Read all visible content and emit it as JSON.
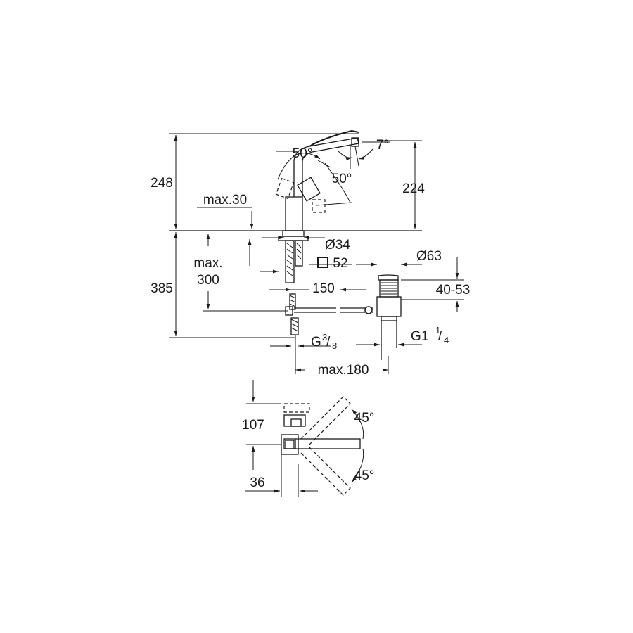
{
  "dimensions": {
    "total_height": "248",
    "spout_height": "224",
    "max_deck": "max.30",
    "max_below_1": "max.",
    "max_below_2": "300",
    "depth_below": "385",
    "hole_diameter": "Ø34",
    "base_square": "52",
    "spout_reach": "150",
    "waste_diameter": "Ø63",
    "waste_range": "40-53",
    "waste_thread": "G1",
    "waste_thread_frac_num": "1",
    "waste_thread_frac_den": "4",
    "supply_thread": "G",
    "supply_frac_num": "3",
    "supply_frac_den": "8",
    "max_reach": "max.180",
    "lever_angle_left": "50°",
    "lever_angle_right": "50°",
    "spout_angle": "7°",
    "top_view_depth": "107",
    "top_view_offset": "36",
    "swivel_angle_top": "45°",
    "swivel_angle_bottom": "45°"
  }
}
